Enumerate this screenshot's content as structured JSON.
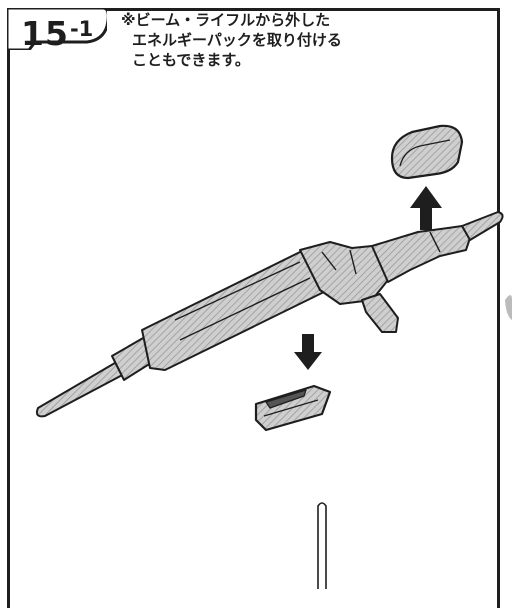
{
  "step": {
    "number": "15",
    "sub": "-1"
  },
  "note": {
    "lines": [
      "※ビーム・ライフルから外した",
      "エネルギーパックを取り付ける",
      "こともできます。"
    ]
  },
  "colors": {
    "ink": "#1e1e1e",
    "part_fill": "#c9c9c9",
    "part_shade": "#8f8f8f"
  },
  "icons": [
    "arrow-up-icon",
    "arrow-down-icon"
  ]
}
